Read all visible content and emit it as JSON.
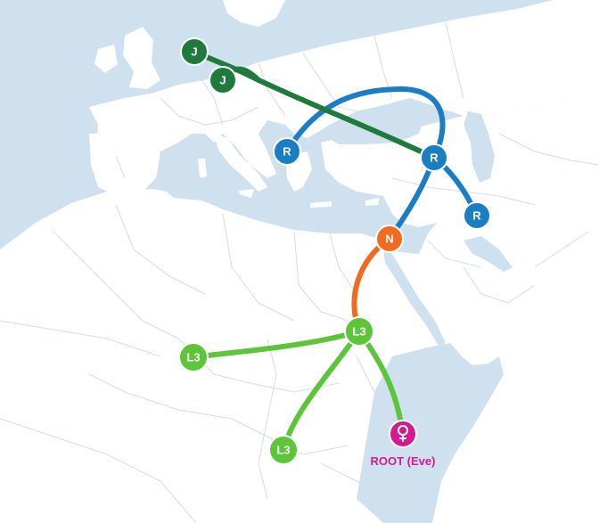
{
  "colors": {
    "sea": "#cfe0ee",
    "land": "#ffffff",
    "border": "#d3dde7",
    "haplogroup_j": "#1f7a3e",
    "haplogroup_r": "#1b7dc4",
    "haplogroup_n": "#f26b21",
    "haplogroup_l3": "#5cc53a",
    "root": "#d11b8f"
  },
  "nodes": [
    {
      "id": "j1",
      "label": "J",
      "group": "haplogroup_j"
    },
    {
      "id": "j2",
      "label": "J",
      "group": "haplogroup_j"
    },
    {
      "id": "r1",
      "label": "R",
      "group": "haplogroup_r"
    },
    {
      "id": "r2",
      "label": "R",
      "group": "haplogroup_r"
    },
    {
      "id": "r3",
      "label": "R",
      "group": "haplogroup_r"
    },
    {
      "id": "n1",
      "label": "N",
      "group": "haplogroup_n"
    },
    {
      "id": "l3c",
      "label": "L3",
      "group": "haplogroup_l3"
    },
    {
      "id": "l3w",
      "label": "L3",
      "group": "haplogroup_l3"
    },
    {
      "id": "l3s",
      "label": "L3",
      "group": "haplogroup_l3"
    },
    {
      "id": "root",
      "label": "",
      "group": "root",
      "icon": "female-symbol-icon"
    }
  ],
  "root_caption": "ROOT (Eve)"
}
